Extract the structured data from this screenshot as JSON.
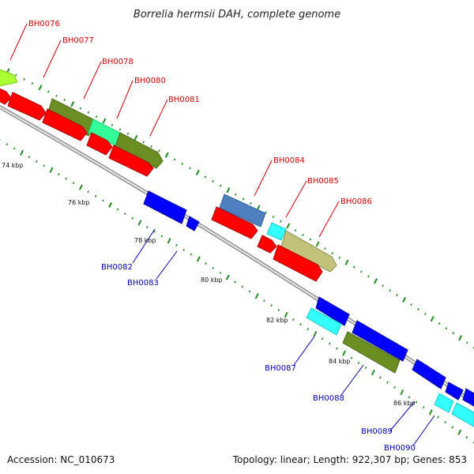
{
  "title": "Borrelia hermsii DAH, complete genome",
  "footer": {
    "accession": "Accession: NC_010673",
    "summary": "Topology: linear; Length: 922,307 bp; Genes: 853"
  },
  "colors": {
    "forward_label": "#cc0000",
    "reverse_label": "#0000aa",
    "ruler_tick": "#228b22",
    "backbone": "#888888"
  },
  "ruler": [
    {
      "label": "74 kbp"
    },
    {
      "label": "76 kbp"
    },
    {
      "label": "78 kbp"
    },
    {
      "label": "80 kbp"
    },
    {
      "label": "82 kbp"
    },
    {
      "label": "84 kbp"
    },
    {
      "label": "86 kbp"
    }
  ],
  "genes": [
    {
      "name": "BH0076",
      "strand": "forward"
    },
    {
      "name": "BH0077",
      "strand": "forward"
    },
    {
      "name": "BH0078",
      "strand": "forward"
    },
    {
      "name": "BH0080",
      "strand": "forward"
    },
    {
      "name": "BH0081",
      "strand": "forward"
    },
    {
      "name": "BH0084",
      "strand": "forward"
    },
    {
      "name": "BH0085",
      "strand": "forward"
    },
    {
      "name": "BH0086",
      "strand": "forward"
    },
    {
      "name": "BH0082",
      "strand": "reverse"
    },
    {
      "name": "BH0083",
      "strand": "reverse"
    },
    {
      "name": "BH0087",
      "strand": "reverse"
    },
    {
      "name": "BH0088",
      "strand": "reverse"
    },
    {
      "name": "BH0089",
      "strand": "reverse"
    },
    {
      "name": "BH0090",
      "strand": "reverse"
    }
  ]
}
